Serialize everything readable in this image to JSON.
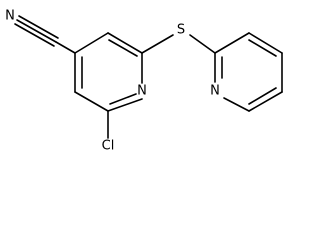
{
  "molecule": {
    "atoms": {
      "nitrile_n": "N",
      "ring_n": "N",
      "pyridyl_n": "N",
      "sulfur": "S",
      "chlorine": "Cl"
    }
  },
  "colors": {
    "bond": "#000000",
    "label": "#000000",
    "background": "#ffffff"
  }
}
